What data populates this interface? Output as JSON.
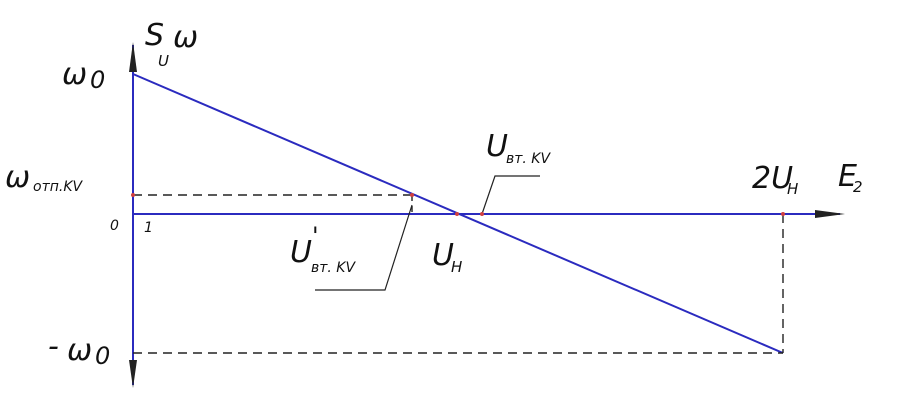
{
  "labels": {
    "y_axis_main": "S",
    "y_axis_main_sub": "U",
    "y_axis_omega": "ω",
    "omega0": "ω",
    "omega0_sub": "0",
    "omega_otp": "ω",
    "omega_otp_sub": "отп.KV",
    "neg_omega0_sign": "-",
    "neg_omega0": "ω",
    "neg_omega0_sub": "0",
    "origin_zero": "0",
    "origin_one": "1",
    "u_vt_kv": "U",
    "u_vt_kv_sub": "вт. KV",
    "u_vt_kv_prime": "U",
    "u_vt_kv_prime_mark": "'",
    "u_vt_kv_prime_sub": "вт. KV",
    "u_n": "U",
    "u_n_sub": "H",
    "two_u_n": "2U",
    "two_u_n_sub": "H",
    "x_axis": "E",
    "x_axis_sub": "2"
  },
  "colors": {
    "axis": "#2b2bbf",
    "line": "#2b2bbf",
    "dashed": "#222222",
    "marker": "#d04040",
    "text": "#111111"
  }
}
